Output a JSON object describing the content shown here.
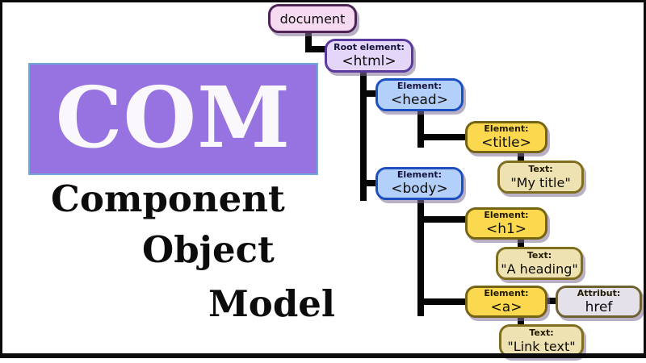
{
  "brand": {
    "acronym": "COM",
    "title_lines": [
      "Component",
      "Object",
      "Model"
    ],
    "accent_purple": "#9673e0",
    "badge_border_blue": "#6fa8dc"
  },
  "tree": {
    "document": {
      "value": "document"
    },
    "html": {
      "label": "Root element:",
      "value": "<html>"
    },
    "head": {
      "label": "Element:",
      "value": "<head>"
    },
    "title": {
      "label": "Element:",
      "value": "<title>"
    },
    "my_title": {
      "label": "Text:",
      "value": "\"My title\""
    },
    "body": {
      "label": "Element:",
      "value": "<body>"
    },
    "h1": {
      "label": "Element:",
      "value": "<h1>"
    },
    "a_heading": {
      "label": "Text:",
      "value": "\"A heading\""
    },
    "a": {
      "label": "Element:",
      "value": "<a>"
    },
    "href": {
      "label": "Attribut:",
      "value": "href"
    },
    "link_text": {
      "label": "Text:",
      "value": "\"Link text\""
    }
  },
  "colors": {
    "node_pink_fill": "#f6daf2",
    "node_pink_border": "#4e2456",
    "node_lavender_fill": "#e3d6f8",
    "node_lavender_border": "#5b3aa0",
    "node_blue_fill": "#b2d0fa",
    "node_blue_border": "#1d4fc0",
    "node_yellow_fill": "#fbd84e",
    "node_yellow_border": "#756414",
    "node_tan_fill": "#eee2b2",
    "node_tan_border": "#7e6e1e",
    "node_gray_fill": "#e4e1ea",
    "node_gray_border": "#6e6233",
    "connector": "#050505"
  }
}
